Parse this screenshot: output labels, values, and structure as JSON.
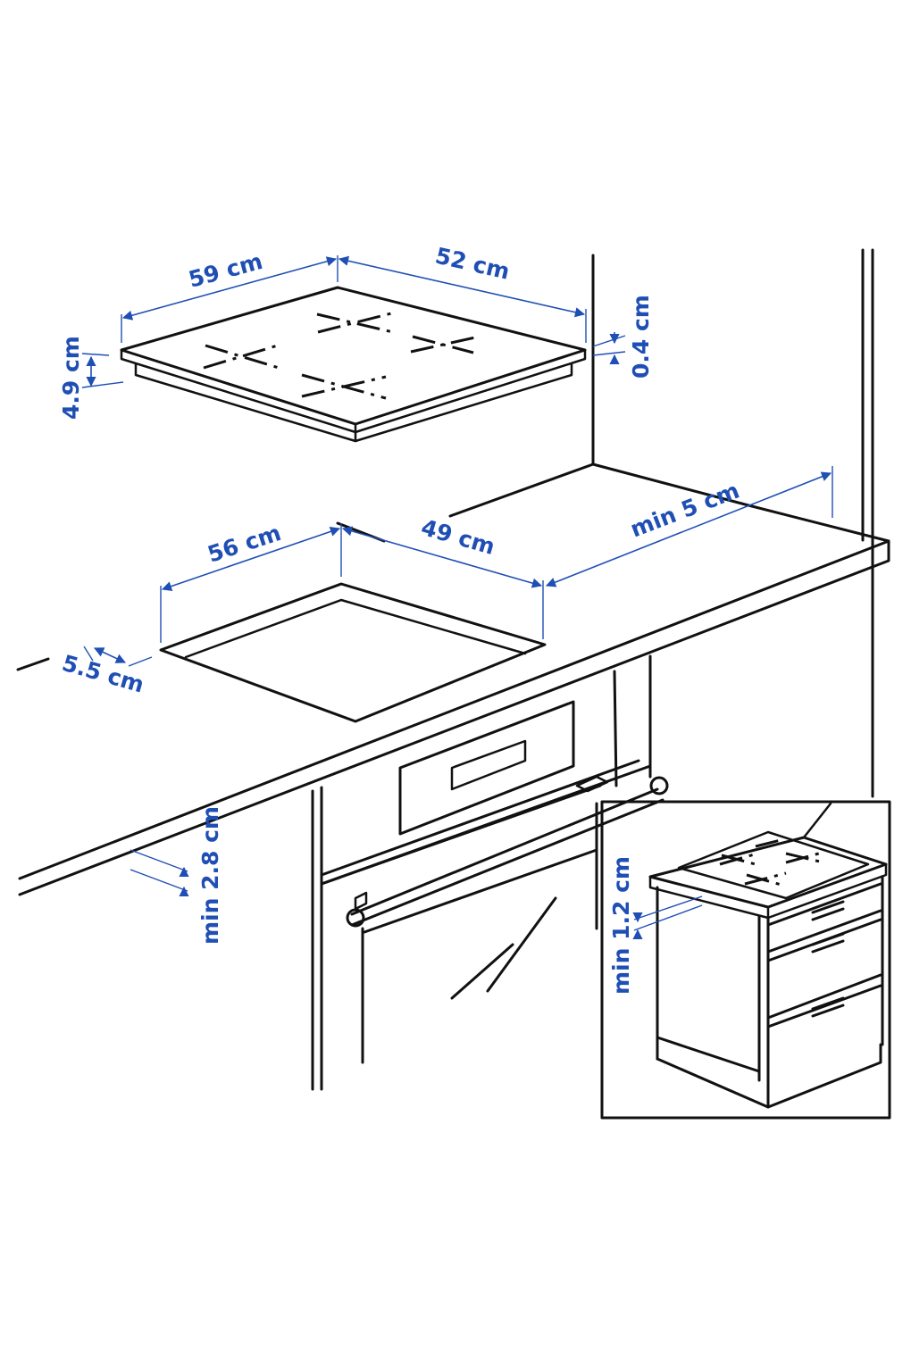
{
  "colors": {
    "dimension": "#1f4fb4",
    "line": "#111111",
    "background": "#ffffff"
  },
  "labels": {
    "hob_width": "59 cm",
    "hob_depth": "52 cm",
    "hob_height": "4.9 cm",
    "hob_top_thickness": "0.4 cm",
    "cutout_width": "56 cm",
    "cutout_depth": "49 cm",
    "wall_clearance": "min 5 cm",
    "front_clearance": "5.5 cm",
    "oven_gap": "min 2.8 cm",
    "drawer_gap": "min 1.2 cm"
  }
}
